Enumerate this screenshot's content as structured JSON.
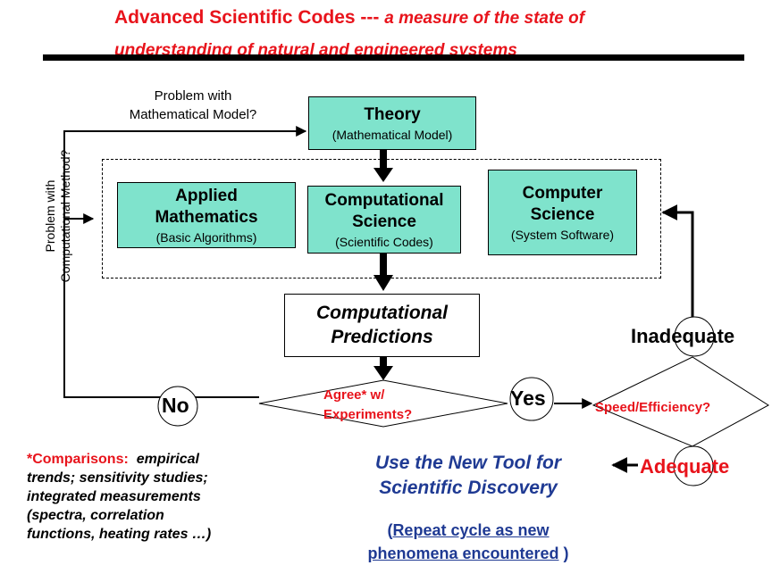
{
  "title": {
    "main": "Advanced Scientific Codes ---",
    "sub": "a measure of the state of",
    "line2": "understanding of natural and engineered systems"
  },
  "theory": {
    "heading": "Theory",
    "sub": "(Mathematical Model)"
  },
  "applied_math": {
    "heading_line1": "Applied",
    "heading_line2": "Mathematics",
    "sub": "(Basic Algorithms)"
  },
  "comp_science": {
    "heading_line1": "Computational",
    "heading_line2": "Science",
    "sub": "(Scientific Codes)"
  },
  "computer_science": {
    "heading_line1": "Computer",
    "heading_line2": "Science",
    "sub": "(System Software)"
  },
  "predictions": {
    "line1": "Computational",
    "line2": "Predictions"
  },
  "labels": {
    "problem_math_line1": "Problem with",
    "problem_math_line2": "Mathematical Model?",
    "problem_comp_line1": "Problem with",
    "problem_comp_line2": "Computational Method?",
    "agree_line1": "Agree* w/",
    "agree_line2": "Experiments?",
    "no": "No",
    "yes": "Yes",
    "speed": "Speed/Efficiency?",
    "inadequate": "Inadequate",
    "adequate": "Adequate"
  },
  "comparisons": {
    "prefix": "*Comparisons:",
    "line1": "empirical",
    "line2": "trends; sensitivity studies;",
    "line3": "integrated measurements",
    "line4": "(spectra, correlation",
    "line5": "functions, heating rates …)"
  },
  "new_tool": {
    "line1": "Use the New Tool for",
    "line2": "Scientific Discovery",
    "repeat_open": "(",
    "repeat_line1": "Repeat cycle as new",
    "repeat_line2": "phenomena encountered",
    "repeat_close": " )"
  },
  "colors": {
    "title_red": "#e8131b",
    "box_teal": "#7fe3cc",
    "link_blue": "#1f3a93"
  }
}
